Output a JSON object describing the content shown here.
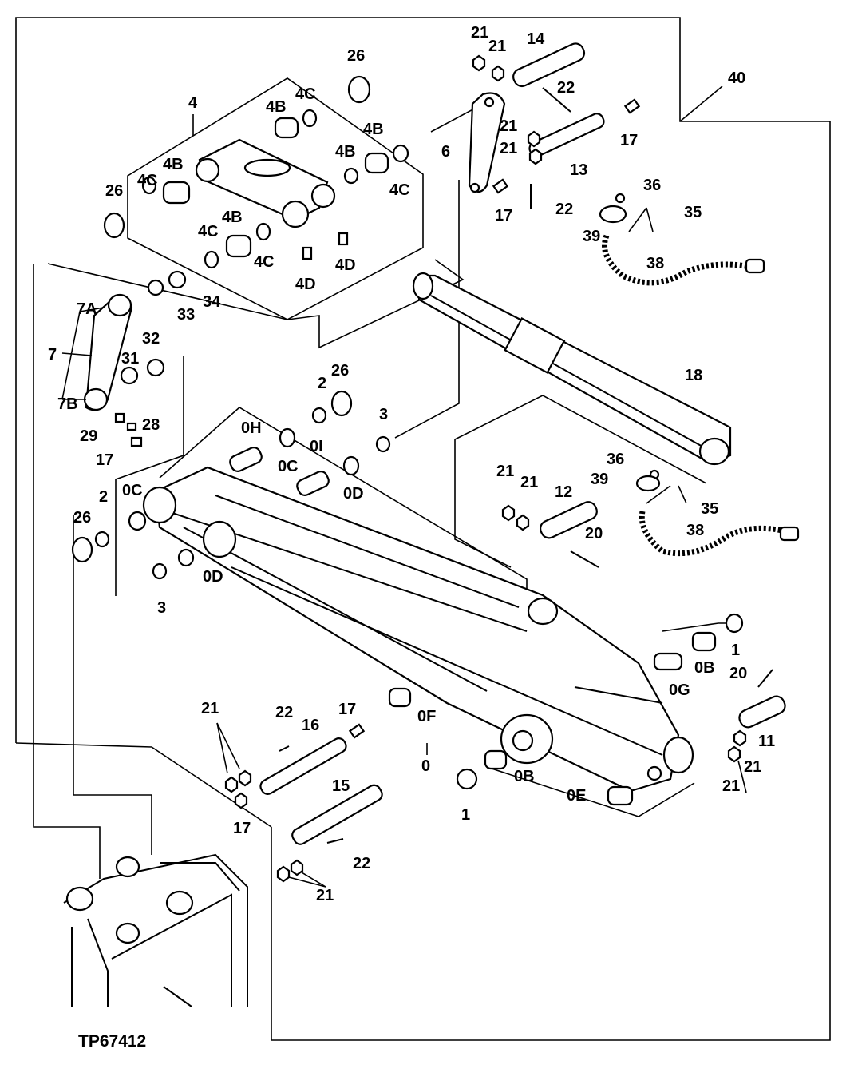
{
  "figure_code": "TP67412",
  "labels": [
    {
      "id": "l40",
      "text": "40"
    },
    {
      "id": "l26a",
      "text": "26"
    },
    {
      "id": "l4",
      "text": "4"
    },
    {
      "id": "l4C1",
      "text": "4C"
    },
    {
      "id": "l4B1",
      "text": "4B"
    },
    {
      "id": "l4B2",
      "text": "4B"
    },
    {
      "id": "l4B3",
      "text": "4B"
    },
    {
      "id": "l4C2",
      "text": "4C"
    },
    {
      "id": "l26b",
      "text": "26"
    },
    {
      "id": "l4C3",
      "text": "4C"
    },
    {
      "id": "l4B4",
      "text": "4B"
    },
    {
      "id": "l4C4",
      "text": "4C"
    },
    {
      "id": "l4B5",
      "text": "4B"
    },
    {
      "id": "l4C5",
      "text": "4C"
    },
    {
      "id": "l4D1",
      "text": "4D"
    },
    {
      "id": "l4D2",
      "text": "4D"
    },
    {
      "id": "l21a",
      "text": "21"
    },
    {
      "id": "l21b",
      "text": "21"
    },
    {
      "id": "l14",
      "text": "14"
    },
    {
      "id": "l22a",
      "text": "22"
    },
    {
      "id": "l6",
      "text": "6"
    },
    {
      "id": "l21c",
      "text": "21"
    },
    {
      "id": "l21d",
      "text": "21"
    },
    {
      "id": "l13",
      "text": "13"
    },
    {
      "id": "l17a",
      "text": "17"
    },
    {
      "id": "l17b",
      "text": "17"
    },
    {
      "id": "l22b",
      "text": "22"
    },
    {
      "id": "l36a",
      "text": "36"
    },
    {
      "id": "l35a",
      "text": "35"
    },
    {
      "id": "l39a",
      "text": "39"
    },
    {
      "id": "l38a",
      "text": "38"
    },
    {
      "id": "l7A",
      "text": "7A"
    },
    {
      "id": "l7",
      "text": "7"
    },
    {
      "id": "l7B",
      "text": "7B"
    },
    {
      "id": "l33",
      "text": "33"
    },
    {
      "id": "l34",
      "text": "34"
    },
    {
      "id": "l32",
      "text": "32"
    },
    {
      "id": "l31",
      "text": "31"
    },
    {
      "id": "l29",
      "text": "29"
    },
    {
      "id": "l28",
      "text": "28"
    },
    {
      "id": "l17c",
      "text": "17"
    },
    {
      "id": "l18",
      "text": "18"
    },
    {
      "id": "l2a",
      "text": "2"
    },
    {
      "id": "l26c",
      "text": "26"
    },
    {
      "id": "l3a",
      "text": "3"
    },
    {
      "id": "l0H",
      "text": "0H"
    },
    {
      "id": "l0C1",
      "text": "0C"
    },
    {
      "id": "l0I",
      "text": "0I"
    },
    {
      "id": "l0D1",
      "text": "0D"
    },
    {
      "id": "l0C2",
      "text": "0C"
    },
    {
      "id": "l2b",
      "text": "2"
    },
    {
      "id": "l26d",
      "text": "26"
    },
    {
      "id": "l3b",
      "text": "3"
    },
    {
      "id": "l0D2",
      "text": "0D"
    },
    {
      "id": "l36b",
      "text": "36"
    },
    {
      "id": "l39b",
      "text": "39"
    },
    {
      "id": "l35b",
      "text": "35"
    },
    {
      "id": "l38b",
      "text": "38"
    },
    {
      "id": "l21e",
      "text": "21"
    },
    {
      "id": "l21f",
      "text": "21"
    },
    {
      "id": "l12",
      "text": "12"
    },
    {
      "id": "l20a",
      "text": "20"
    },
    {
      "id": "l1a",
      "text": "1"
    },
    {
      "id": "l0B1",
      "text": "0B"
    },
    {
      "id": "l0G",
      "text": "0G"
    },
    {
      "id": "l20b",
      "text": "20"
    },
    {
      "id": "l11",
      "text": "11"
    },
    {
      "id": "l21g",
      "text": "21"
    },
    {
      "id": "l21h",
      "text": "21"
    },
    {
      "id": "l0F",
      "text": "0F"
    },
    {
      "id": "l0",
      "text": "0"
    },
    {
      "id": "l0B2",
      "text": "0B"
    },
    {
      "id": "l0E",
      "text": "0E"
    },
    {
      "id": "l1b",
      "text": "1"
    },
    {
      "id": "l21i",
      "text": "21"
    },
    {
      "id": "l22c",
      "text": "22"
    },
    {
      "id": "l16",
      "text": "16"
    },
    {
      "id": "l17d",
      "text": "17"
    },
    {
      "id": "l17e",
      "text": "17"
    },
    {
      "id": "l15",
      "text": "15"
    },
    {
      "id": "l22d",
      "text": "22"
    },
    {
      "id": "l21j",
      "text": "21"
    }
  ]
}
